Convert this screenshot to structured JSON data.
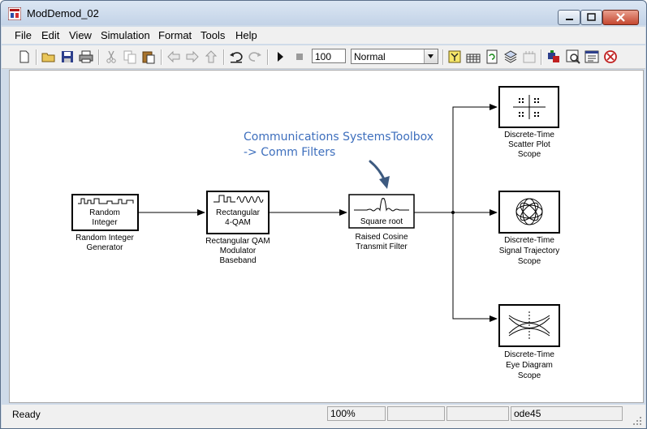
{
  "window": {
    "title": "ModDemod_02"
  },
  "menu": [
    "File",
    "Edit",
    "View",
    "Simulation",
    "Format",
    "Tools",
    "Help"
  ],
  "toolbar": {
    "stop_time": "100",
    "mode": "Normal",
    "icons": [
      "new-model",
      "open",
      "save",
      "print",
      "cut",
      "copy",
      "paste",
      "back",
      "forward",
      "up",
      "undo",
      "redo",
      "run",
      "stop",
      "update-diagram",
      "build",
      "refresh",
      "library",
      "debug",
      "model-advisor",
      "explorer",
      "config",
      "sim-target"
    ]
  },
  "blocks": {
    "random_integer": {
      "text": [
        "Random",
        "Integer"
      ],
      "caption": [
        "Random Integer",
        "Generator"
      ]
    },
    "qam_modulator": {
      "text": [
        "Rectangular",
        "4-QAM"
      ],
      "caption": [
        "Rectangular QAM",
        "Modulator",
        "Baseband"
      ]
    },
    "raised_cosine": {
      "text": "Square root",
      "caption": [
        "Raised Cosine",
        "Transmit Filter"
      ]
    },
    "scatter_scope": {
      "caption": [
        "Discrete-Time",
        "Scatter Plot",
        "Scope"
      ]
    },
    "trajectory_scope": {
      "caption": [
        "Discrete-Time",
        "Signal Trajectory",
        "Scope"
      ]
    },
    "eye_scope": {
      "caption": [
        "Discrete-Time",
        "Eye Diagram",
        "Scope"
      ]
    }
  },
  "annotation": [
    "Communications SystemsToolbox",
    "-> Comm Filters"
  ],
  "status": {
    "ready": "Ready",
    "zoom": "100%",
    "solver": "ode45"
  }
}
